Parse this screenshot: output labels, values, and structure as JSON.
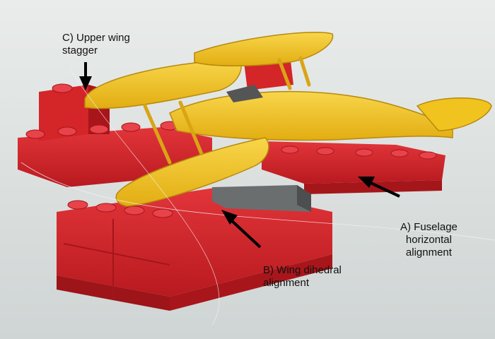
{
  "annotations": {
    "upper_wing_stagger": {
      "line1": "C) Upper wing",
      "line2": "stagger"
    },
    "wing_dihedral": {
      "line1": "B) Wing dihedral",
      "line2": "alignment"
    },
    "fuselage_horizontal": {
      "line1": "A) Fuselage",
      "line2": "horizontal",
      "line3": "alignment"
    }
  },
  "colors": {
    "background": "#dfe3e2",
    "brick_red": "#d8262a",
    "brick_red_dark": "#a5161b",
    "plane_yellow": "#f1c21b",
    "plane_yellow_dark": "#c8960f",
    "grey_brick": "#6b6e6f"
  }
}
